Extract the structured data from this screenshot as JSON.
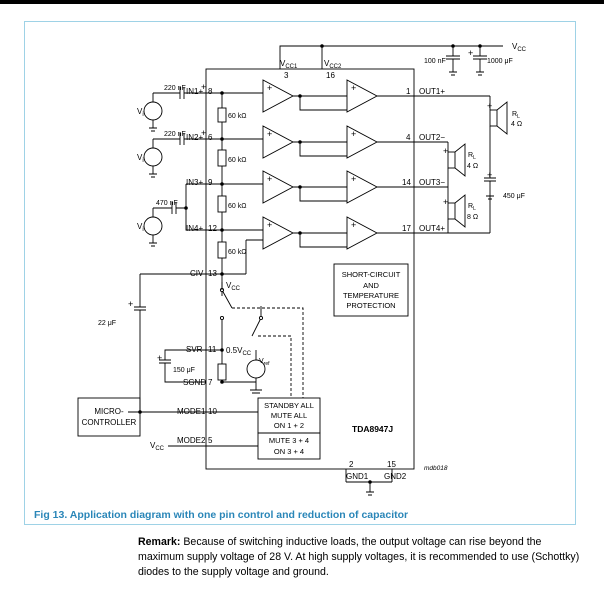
{
  "caption": "Fig 13. Application diagram with one pin control and reduction of capacitor",
  "remark": {
    "lead": "Remark:",
    "text": "Because of switching inductive loads, the output voltage can rise beyond the maximum supply voltage of 28 V. At high supply voltages, it is recommended to use (Schottky) diodes to the supply voltage and ground."
  },
  "diagram": {
    "chip_name": "TDA8947J",
    "drawing_code": "mdb018",
    "supply": {
      "vcc_main": "V",
      "vcc_main_sub": "CC",
      "vcc1": "V",
      "vcc1_sub": "CC1",
      "vcc1_pin": "3",
      "vcc2": "V",
      "vcc2_sub": "CC2",
      "vcc2_pin": "16",
      "cap1": "100 nF",
      "cap2": "1000 μF"
    },
    "inputs": [
      {
        "pin_label": "IN1+",
        "pin": "8",
        "cap": "220 nF",
        "source": "V",
        "source_sub": "i"
      },
      {
        "pin_label": "IN2+",
        "pin": "6",
        "cap": "220 nF",
        "source": "V",
        "source_sub": "i"
      },
      {
        "pin_label": "IN3+",
        "pin": "9",
        "cap": "",
        "source": "",
        "source_sub": ""
      },
      {
        "pin_label": "IN4+",
        "pin": "12",
        "cap": "470 nF",
        "source": "V",
        "source_sub": "i"
      }
    ],
    "resistors": [
      "60 kΩ",
      "60 kΩ",
      "60 kΩ",
      "60 kΩ"
    ],
    "outputs": [
      {
        "pin": "1",
        "label": "OUT1+"
      },
      {
        "pin": "4",
        "label": "OUT2−"
      },
      {
        "pin": "14",
        "label": "OUT3−"
      },
      {
        "pin": "17",
        "label": "OUT4+"
      }
    ],
    "speakers": [
      {
        "name": "R",
        "sub": "L",
        "value": "4 Ω"
      },
      {
        "name": "R",
        "sub": "L",
        "value": "4 Ω"
      },
      {
        "name": "R",
        "sub": "L",
        "value": "8 Ω"
      }
    ],
    "output_cap": "450 μF",
    "civ": {
      "label": "CIV",
      "pin": "13",
      "cap": "22 μF"
    },
    "svr": {
      "label": "SVR",
      "pin": "11",
      "cap": "150 μF",
      "half_vcc": "0.5V",
      "half_vcc_sub": "CC"
    },
    "sgnd": {
      "label": "SGND",
      "pin": "7"
    },
    "vref": "V",
    "vref_sub": "ref",
    "switch_vcc": "V",
    "switch_vcc_sub": "CC",
    "protection": [
      "SHORT-CIRCUIT",
      "AND",
      "TEMPERATURE",
      "PROTECTION"
    ],
    "standby": [
      "STANDBY ALL",
      "MUTE ALL",
      "ON 1 + 2"
    ],
    "mute34": [
      "MUTE 3 + 4",
      "ON 3 + 4"
    ],
    "mode1": {
      "label": "MODE1",
      "pin": "10"
    },
    "mode2": {
      "label": "MODE2",
      "pin": "5",
      "vcc": "V",
      "vcc_sub": "CC"
    },
    "micro": [
      "MICRO-",
      "CONTROLLER"
    ],
    "gnd1": {
      "label": "GND1",
      "pin": "2"
    },
    "gnd2": {
      "label": "GND2",
      "pin": "15"
    }
  }
}
